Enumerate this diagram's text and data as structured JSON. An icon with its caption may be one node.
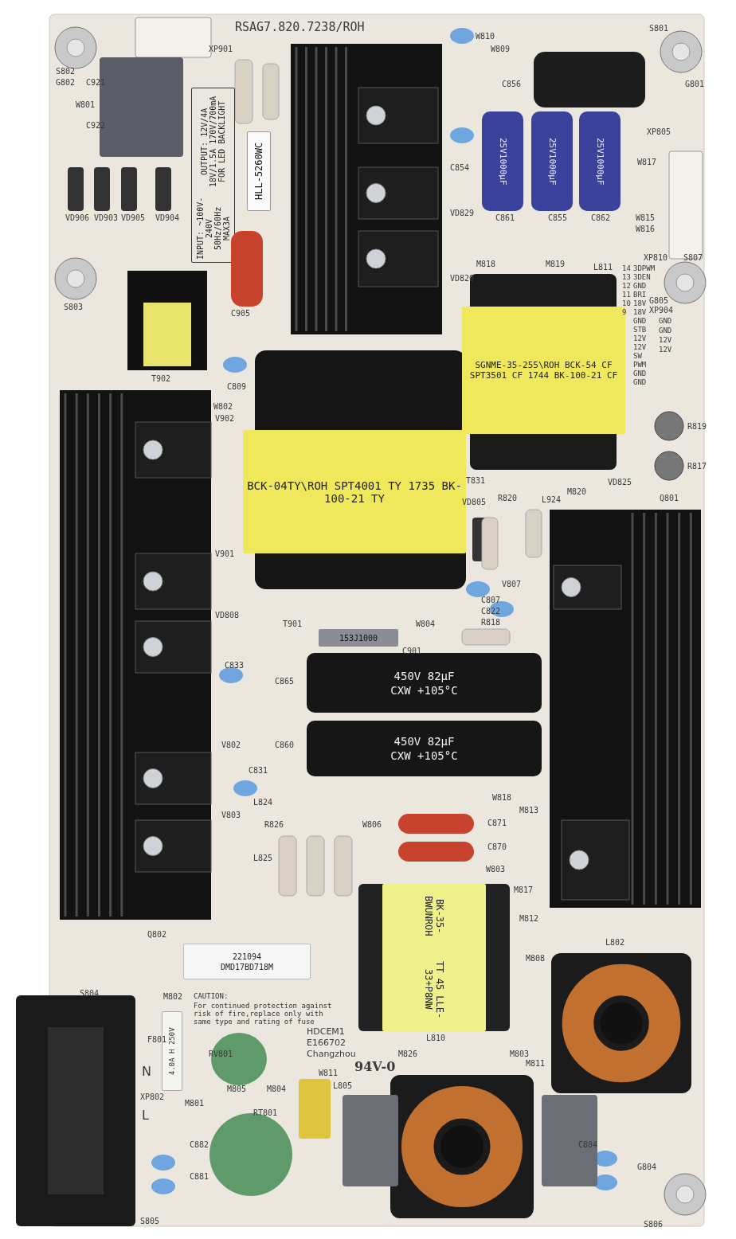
{
  "diagram": {
    "nodes": [
      {
        "text": [
          "INPUT: ~100V-240V 50Hz/60Hz MAX3A",
          "OUTPUT: 12V/4A 18V/1.5A 170V/700mA FOR LED BACKLIGHT"
        ]
      },
      {
        "text": [
          "HLL-5260WC"
        ]
      },
      {
        "text": [
          "BCK-04TY\\ROH SPT4001 TY 1735 BK-100-21 TY"
        ]
      },
      {
        "text": [
          "SGNME-35-255\\ROH BCK-54 CF SPT3501 CF 1744 BK-100-21 CF"
        ]
      },
      {
        "text": [
          "BK-35-BWUNROH",
          "TT 45 LLE-33+P8NW"
        ]
      },
      {
        "text": [
          "221094",
          "DMD17BD718M"
        ]
      },
      {
        "text": [
          "450V 82µF",
          "CXW +105°C"
        ]
      },
      {
        "text": [
          "450V 82µF",
          "CXW +105°C"
        ]
      },
      {
        "text": [
          "25V1000µF"
        ]
      },
      {
        "text": [
          "25V1000µF"
        ]
      },
      {
        "text": [
          "25V1000µF"
        ]
      },
      {
        "text": [
          "CAUTION:",
          "For continued protection against risk of fire,replace only with same type and rating of fuse"
        ]
      },
      {
        "text": [
          "153J1000"
        ]
      },
      {
        "text": [
          "4.0A H 250V"
        ]
      },
      {
        "text": [],
        "shape": "box"
      },
      {
        "text": [],
        "shape": "cylinder"
      },
      {
        "text": [],
        "shape": "cylinder"
      },
      {
        "text": [],
        "shape": "cylinder"
      },
      {
        "text": [],
        "shape": "cylinder"
      },
      {
        "text": [],
        "shape": "circle"
      },
      {
        "text": [],
        "shape": "box"
      },
      {
        "text": [],
        "shape": "circle"
      },
      {
        "text": [],
        "shape": "box"
      },
      {
        "text": [],
        "shape": "box"
      }
    ],
    "labels": [
      "RSAG7.820.7238/ROH",
      "XP901",
      "S802",
      "G802",
      "C921",
      "W801",
      "C922",
      "VD906",
      "VD903",
      "VD905",
      "VD904",
      "C905",
      "S803",
      "T902",
      "C809",
      "W802",
      "V902",
      "V901",
      "VD808",
      "C833",
      "V802",
      "C831",
      "V803",
      "L824",
      "L825",
      "R826",
      "W806",
      "Q802",
      "S804",
      "M802",
      "F801",
      "RV801",
      "M801",
      "M805",
      "M804",
      "RT801",
      "XP802",
      "N",
      "L",
      "C882",
      "C881",
      "S805",
      "94V-0",
      "HDCEM1",
      "E166702",
      "Changzhou",
      "W811",
      "L805",
      "L810",
      "M826",
      "M803",
      "W803",
      "C870",
      "C871",
      "W818",
      "C860",
      "C865",
      "T901",
      "W804",
      "C901",
      "C807",
      "C822",
      "R818",
      "V807",
      "VD805",
      "R820",
      "L924",
      "T831",
      "M820",
      "VD825",
      "Q801",
      "M818",
      "M819",
      "VD820",
      "VD829",
      "C854",
      "W810",
      "W809",
      "C856",
      "S801",
      "G801",
      "XP805",
      "W817",
      "C861",
      "C855",
      "C862",
      "W815",
      "W816",
      "L811",
      "XP810",
      "S807",
      "G805",
      "XP904",
      "R819",
      "R817",
      "L802",
      "M808",
      "M811",
      "M812",
      "M813",
      "M817",
      "C804",
      "G804",
      "S806",
      "14",
      "13",
      "12",
      "11",
      "10",
      "9",
      "3DPWM",
      "3DEN",
      "GND",
      "BRI",
      "18V",
      "18V",
      "GND",
      "STB",
      "12V",
      "12V",
      "SW",
      "PWM",
      "GND",
      "GND",
      "GND",
      "GND",
      "12V",
      "12V"
    ]
  }
}
